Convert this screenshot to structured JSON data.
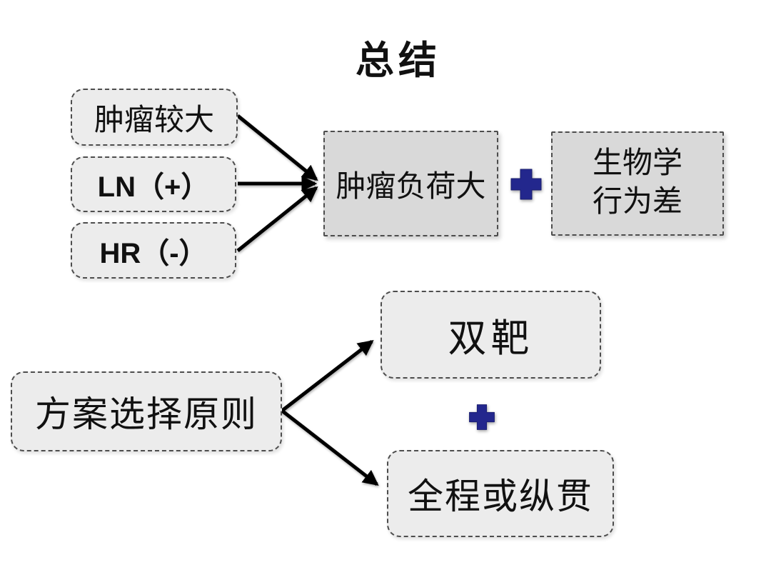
{
  "title": "总结",
  "colors": {
    "plus_blue": "#23278d",
    "box_fill_light": "#ececec",
    "box_fill_dark": "#d9d9d9",
    "border_gray": "#4d4d4d",
    "arrow_black": "#000000"
  },
  "icons": {
    "plus": "medical-cross-plus"
  },
  "top_section": {
    "factors": [
      {
        "label": "肿瘤较大"
      },
      {
        "label": "LN（+）"
      },
      {
        "label": "HR（-）"
      }
    ],
    "result_box": {
      "label": "肿瘤负荷大"
    },
    "biology_box": {
      "label": "生物学\n行为差"
    }
  },
  "bottom_section": {
    "principle_box": {
      "label": "方案选择原则"
    },
    "dual_target_box": {
      "label": "双靶"
    },
    "full_course_box": {
      "label": "全程或纵贯"
    }
  }
}
